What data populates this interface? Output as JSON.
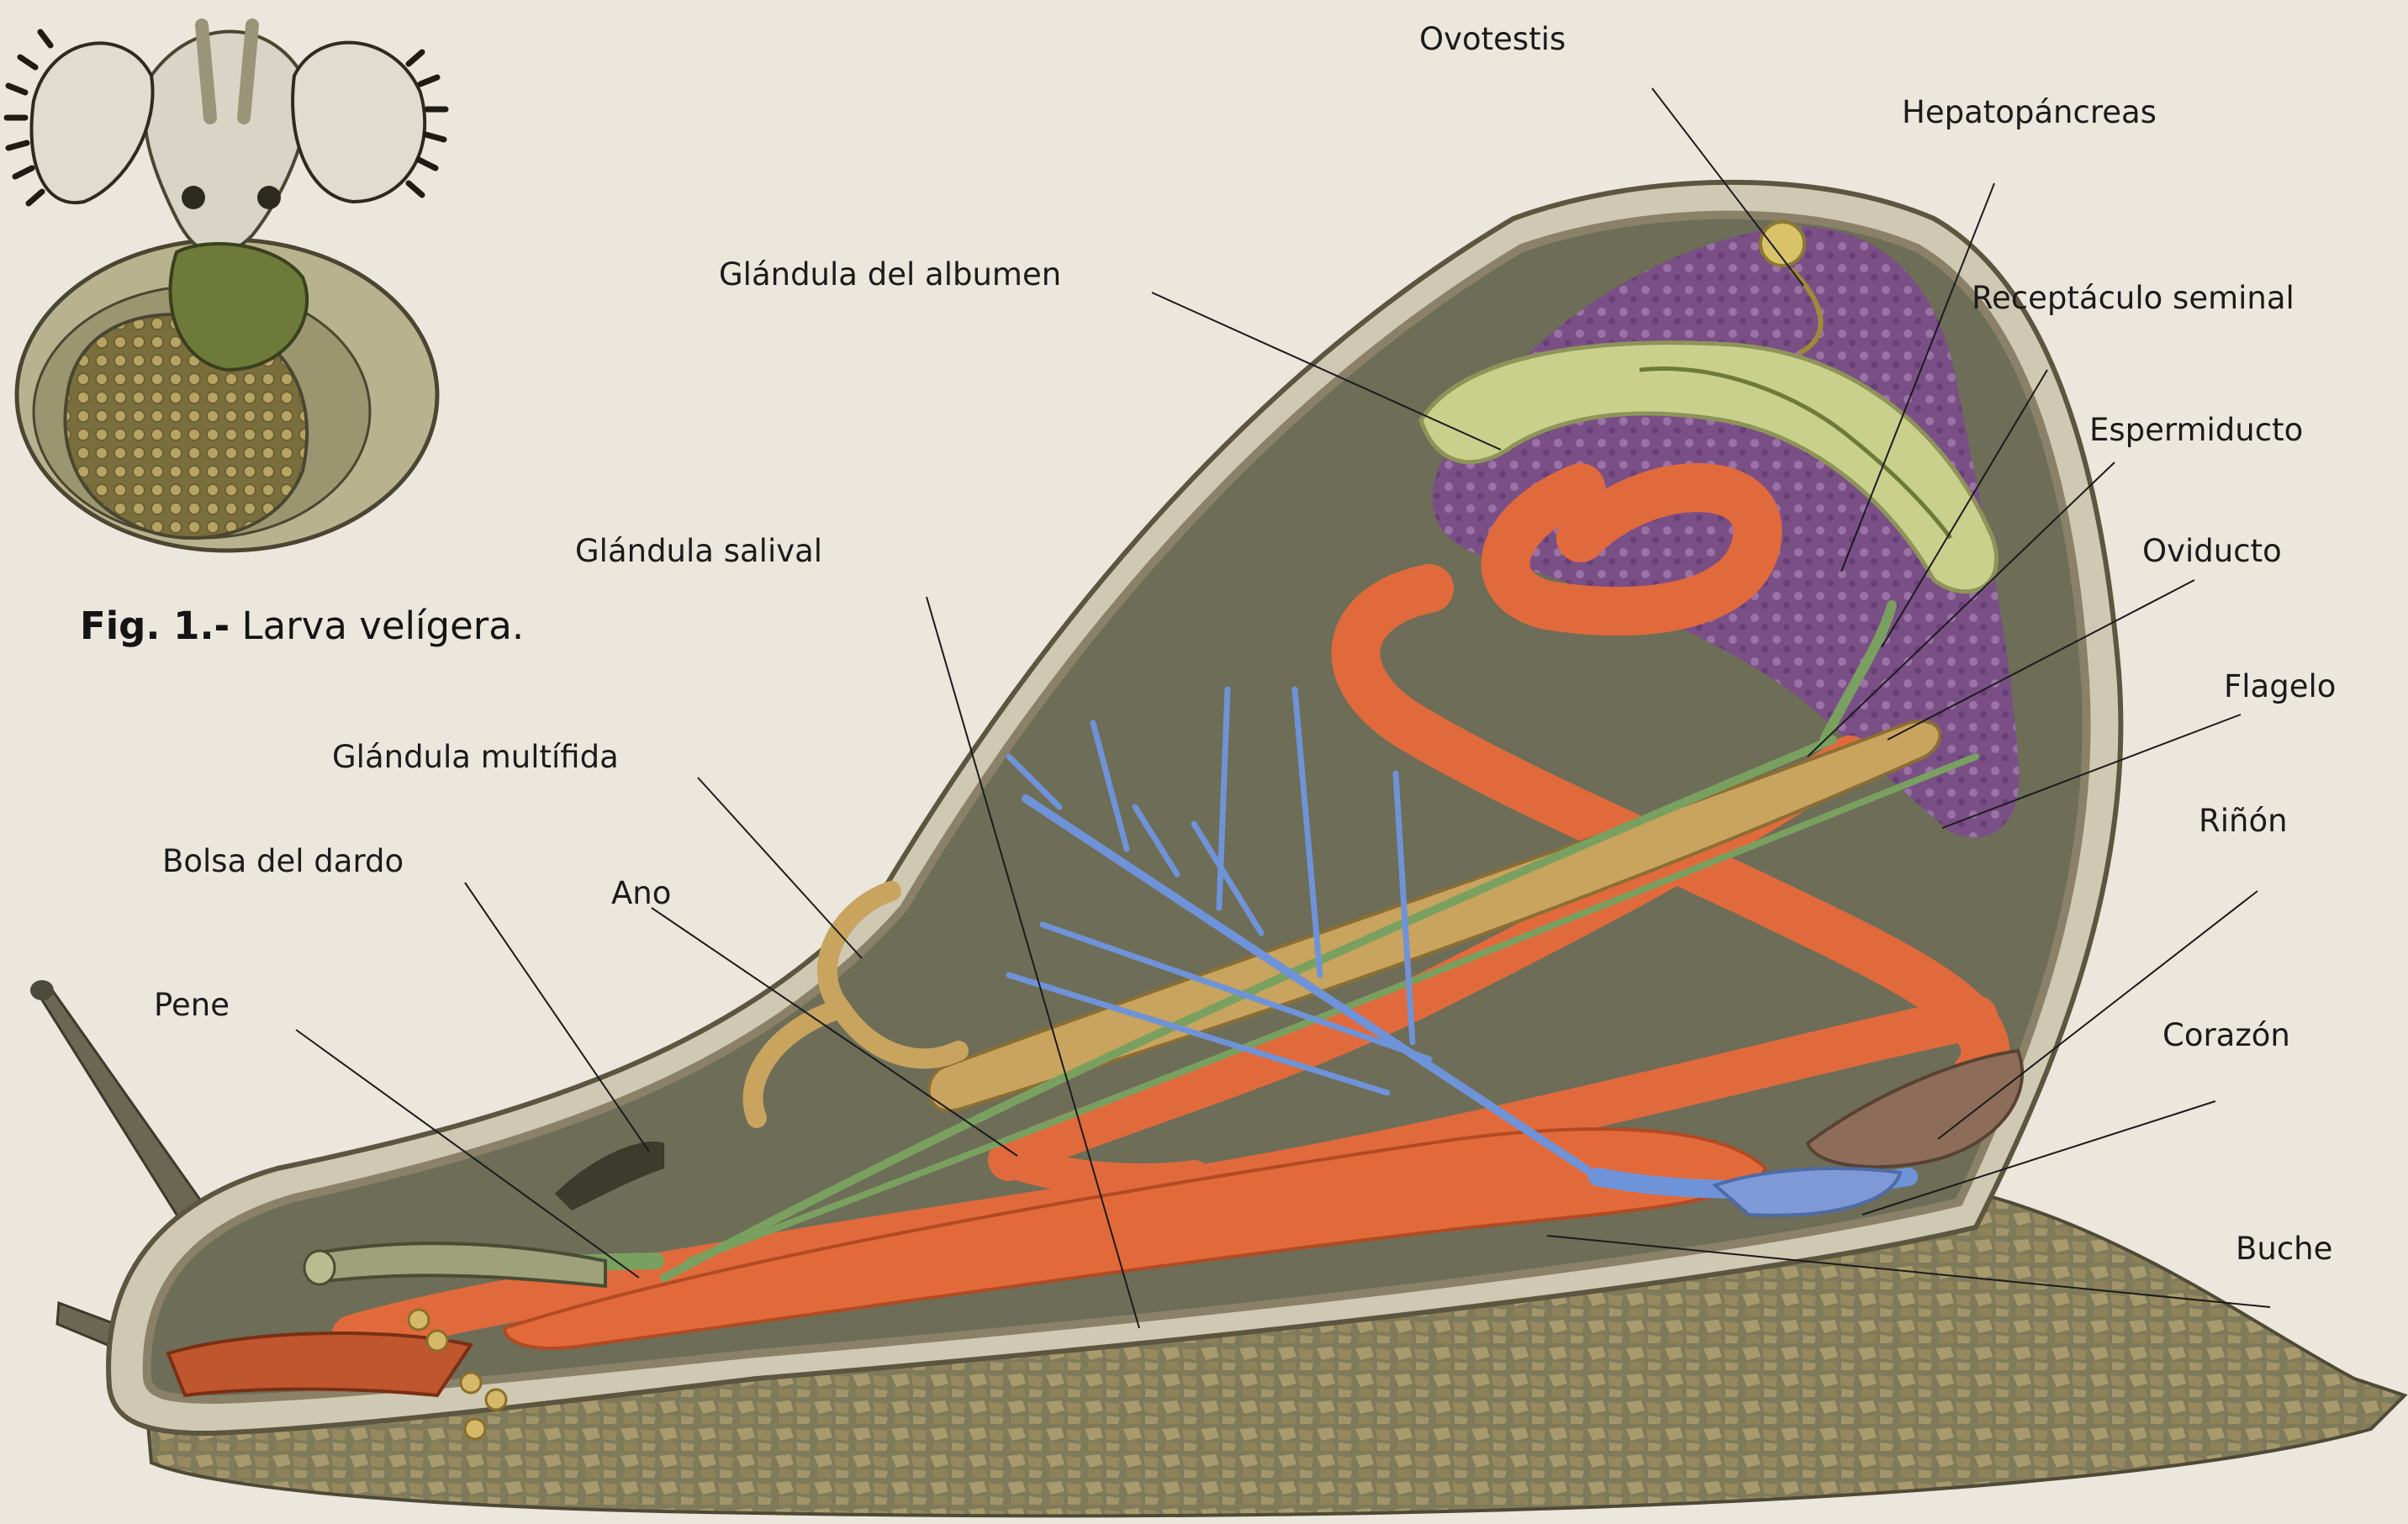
{
  "figure": {
    "caption_number": "Fig. 1.-",
    "caption_text": "Larva velígera."
  },
  "labels": {
    "ovotestis": "Ovotestis",
    "hepatopancreas": "Hepatopáncreas",
    "glandula_albumen": "Glándula del albumen",
    "receptaculo_seminal": "Receptáculo seminal",
    "espermiducto": "Espermiducto",
    "glandula_salival": "Glándula salival",
    "oviducto": "Oviducto",
    "flagelo": "Flagelo",
    "glandula_multifida": "Glándula multífida",
    "rinon": "Riñón",
    "bolsa_dardo": "Bolsa del dardo",
    "ano": "Ano",
    "pene": "Pene",
    "corazon": "Corazón",
    "buche": "Buche"
  },
  "colors": {
    "background": "#ebe7dd",
    "hepatopancreas": "#7a4f86",
    "intestine": "#e06a3c",
    "gland": "#c8a45e",
    "albumen": "#c9d08c",
    "vessels": "#6f93d8",
    "shell_wall": "#8a8168",
    "body": "#6d6d58"
  }
}
